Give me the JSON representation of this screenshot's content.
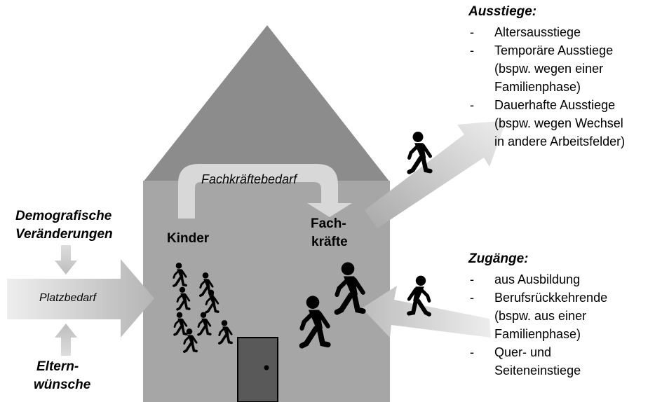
{
  "labels": {
    "fachkraeftebedarf": "Fachkräftebedarf",
    "platzbedarf": "Platzbedarf",
    "demografische_1": "Demografische",
    "demografische_2": "Veränderungen",
    "eltern_1": "Eltern-",
    "eltern_2": "wünsche",
    "kinder": "Kinder",
    "fach_1": "Fach-",
    "fach_2": "kräfte"
  },
  "ausstiege": {
    "title": "Ausstiege:",
    "items": [
      {
        "lines": [
          "Altersausstiege"
        ]
      },
      {
        "lines": [
          "Temporäre Ausstiege",
          "(bspw. wegen einer",
          "Familienphase)"
        ]
      },
      {
        "lines": [
          "Dauerhafte Ausstiege",
          "(bspw. wegen Wechsel",
          "in andere Arbeitsfelder)"
        ]
      }
    ]
  },
  "zugaenge": {
    "title": "Zugänge:",
    "items": [
      {
        "lines": [
          "aus Ausbildung"
        ]
      },
      {
        "lines": [
          "Berufsrückkehrende",
          "(bspw. aus einer",
          "Familienphase)"
        ]
      },
      {
        "lines": [
          "Quer- und",
          "Seiteneinstiege"
        ]
      }
    ]
  },
  "colors": {
    "house_wall": "#a6a6a6",
    "house_roof": "#8c8c8c",
    "door": "#595959",
    "arrow_light": "#e6e6e6",
    "arrow_dark": "#bfbfbf",
    "figure": "#000000"
  }
}
